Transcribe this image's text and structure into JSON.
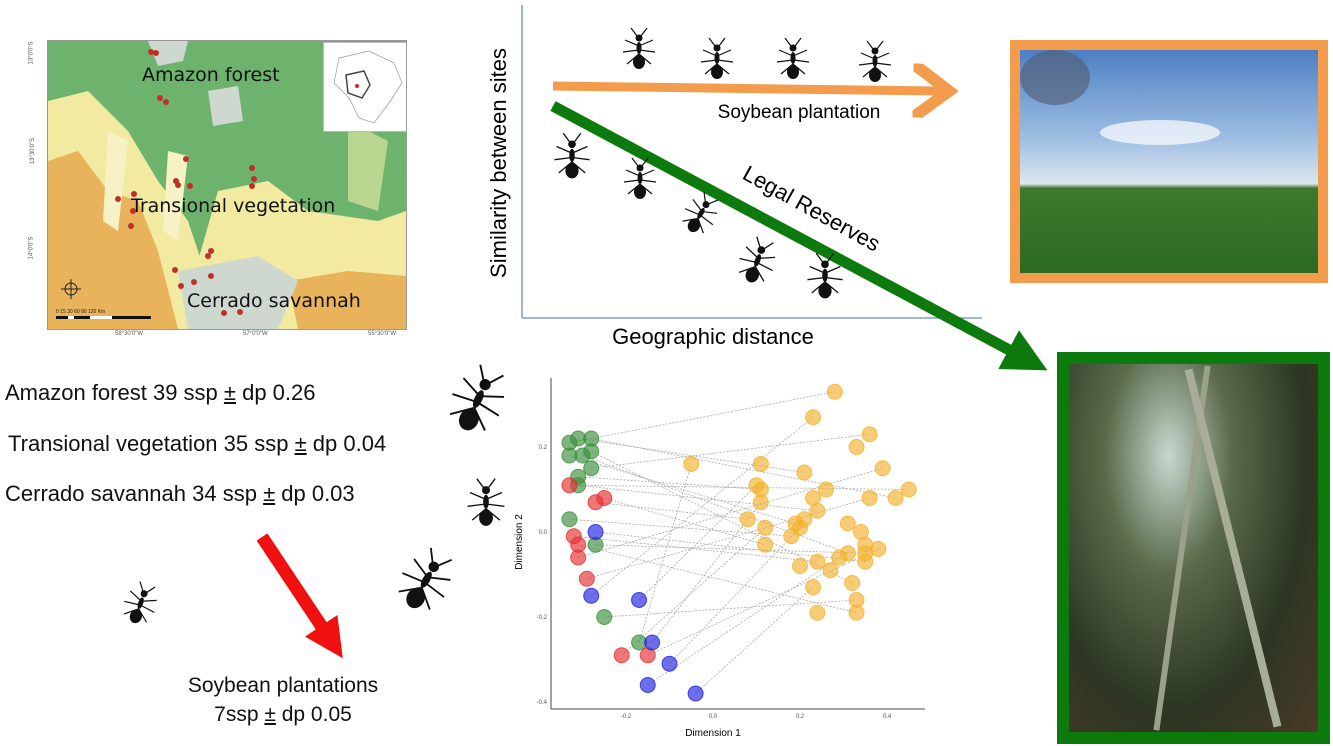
{
  "map": {
    "labels": {
      "amazon": "Amazon forest",
      "transitional": "Transional vegetation",
      "cerrado": "Cerrado savannah"
    },
    "lon_ticks": [
      "58°30'0\"W",
      "57°0'0\"W",
      "55°30'0\"W"
    ],
    "lat_ticks": [
      "13°0'0\"S",
      "13°30'0\"S",
      "14°0'0\"S"
    ],
    "scale_bar": "0 15 30 60 90 120 Km"
  },
  "concept": {
    "y_label": "Similarity between sites",
    "x_label": "Geographic distance",
    "soy_label": "Soybean plantation",
    "reserve_label": "Legal Reserves",
    "colors": {
      "soy": "#f39c4e",
      "reserve": "#0d7a0d",
      "axis": "#7f9fc9"
    }
  },
  "stats": [
    {
      "text": "Amazon forest  39 ssp ",
      "pm": "±",
      "rest": " dp 0.26"
    },
    {
      "text": "Transional vegetation 35 ssp ",
      "pm": "±",
      "rest": " dp 0.04"
    },
    {
      "text": "Cerrado savannah 34 ssp ",
      "pm": "±",
      "rest": " dp 0.03"
    }
  ],
  "soybean": {
    "line1": "Soybean plantations",
    "line2_a": "7ssp ",
    "pm": "±",
    "line2_b": " dp 0.05"
  },
  "chart_data": {
    "type": "scatter",
    "xlabel": "Dimension 1",
    "ylabel": "Dimension 2",
    "xlim": [
      -0.37,
      0.47
    ],
    "ylim": [
      -0.42,
      0.36
    ],
    "x_ticks": [
      "-0.2",
      "0.0",
      "0.2",
      "0.4"
    ],
    "y_ticks": [
      "0.2",
      "0.0",
      "-0.2",
      "-0.4"
    ],
    "x_tick_values": [
      -0.2,
      0.0,
      0.2,
      0.4
    ],
    "y_tick_values": [
      0.2,
      0.0,
      -0.2,
      -0.4
    ],
    "series": [
      {
        "name": "Amazon forest",
        "color": "#3a8f3a",
        "points": [
          [
            -0.33,
            0.21
          ],
          [
            -0.31,
            0.22
          ],
          [
            -0.28,
            0.22
          ],
          [
            -0.33,
            0.18
          ],
          [
            -0.3,
            0.18
          ],
          [
            -0.28,
            0.19
          ],
          [
            -0.28,
            0.15
          ],
          [
            -0.31,
            0.13
          ],
          [
            -0.31,
            0.11
          ],
          [
            -0.33,
            0.03
          ],
          [
            -0.27,
            -0.03
          ],
          [
            -0.25,
            -0.2
          ],
          [
            -0.17,
            -0.26
          ]
        ]
      },
      {
        "name": "Transitional vegetation",
        "color": "#e53030",
        "points": [
          [
            -0.33,
            0.11
          ],
          [
            -0.27,
            0.07
          ],
          [
            -0.25,
            0.08
          ],
          [
            -0.32,
            -0.01
          ],
          [
            -0.31,
            -0.03
          ],
          [
            -0.31,
            -0.06
          ],
          [
            -0.29,
            -0.11
          ],
          [
            -0.21,
            -0.29
          ],
          [
            -0.15,
            -0.29
          ]
        ]
      },
      {
        "name": "Cerrado savannah",
        "color": "#2020e0",
        "points": [
          [
            -0.27,
            0.0
          ],
          [
            -0.28,
            -0.15
          ],
          [
            -0.17,
            -0.16
          ],
          [
            -0.14,
            -0.26
          ],
          [
            -0.1,
            -0.31
          ],
          [
            -0.15,
            -0.36
          ],
          [
            -0.04,
            -0.38
          ]
        ]
      },
      {
        "name": "Soybean plantation",
        "color": "#f4b02e",
        "points": [
          [
            0.28,
            0.33
          ],
          [
            0.23,
            0.27
          ],
          [
            0.36,
            0.23
          ],
          [
            0.33,
            0.2
          ],
          [
            -0.05,
            0.16
          ],
          [
            0.11,
            0.16
          ],
          [
            0.39,
            0.15
          ],
          [
            0.21,
            0.14
          ],
          [
            0.1,
            0.11
          ],
          [
            0.11,
            0.1
          ],
          [
            0.26,
            0.1
          ],
          [
            0.45,
            0.1
          ],
          [
            0.23,
            0.08
          ],
          [
            0.36,
            0.08
          ],
          [
            0.42,
            0.08
          ],
          [
            0.11,
            0.07
          ],
          [
            0.24,
            0.05
          ],
          [
            0.21,
            0.03
          ],
          [
            0.08,
            0.03
          ],
          [
            0.31,
            0.02
          ],
          [
            0.12,
            0.01
          ],
          [
            0.19,
            0.02
          ],
          [
            0.2,
            0.01
          ],
          [
            0.18,
            -0.01
          ],
          [
            0.34,
            0.0
          ],
          [
            0.12,
            -0.03
          ],
          [
            0.35,
            -0.03
          ],
          [
            0.38,
            -0.04
          ],
          [
            0.31,
            -0.05
          ],
          [
            0.29,
            -0.06
          ],
          [
            0.35,
            -0.05
          ],
          [
            0.2,
            -0.08
          ],
          [
            0.24,
            -0.07
          ],
          [
            0.27,
            -0.09
          ],
          [
            0.35,
            -0.07
          ],
          [
            0.32,
            -0.12
          ],
          [
            0.23,
            -0.13
          ],
          [
            0.33,
            -0.16
          ],
          [
            0.24,
            -0.19
          ],
          [
            0.33,
            -0.19
          ]
        ]
      }
    ]
  }
}
